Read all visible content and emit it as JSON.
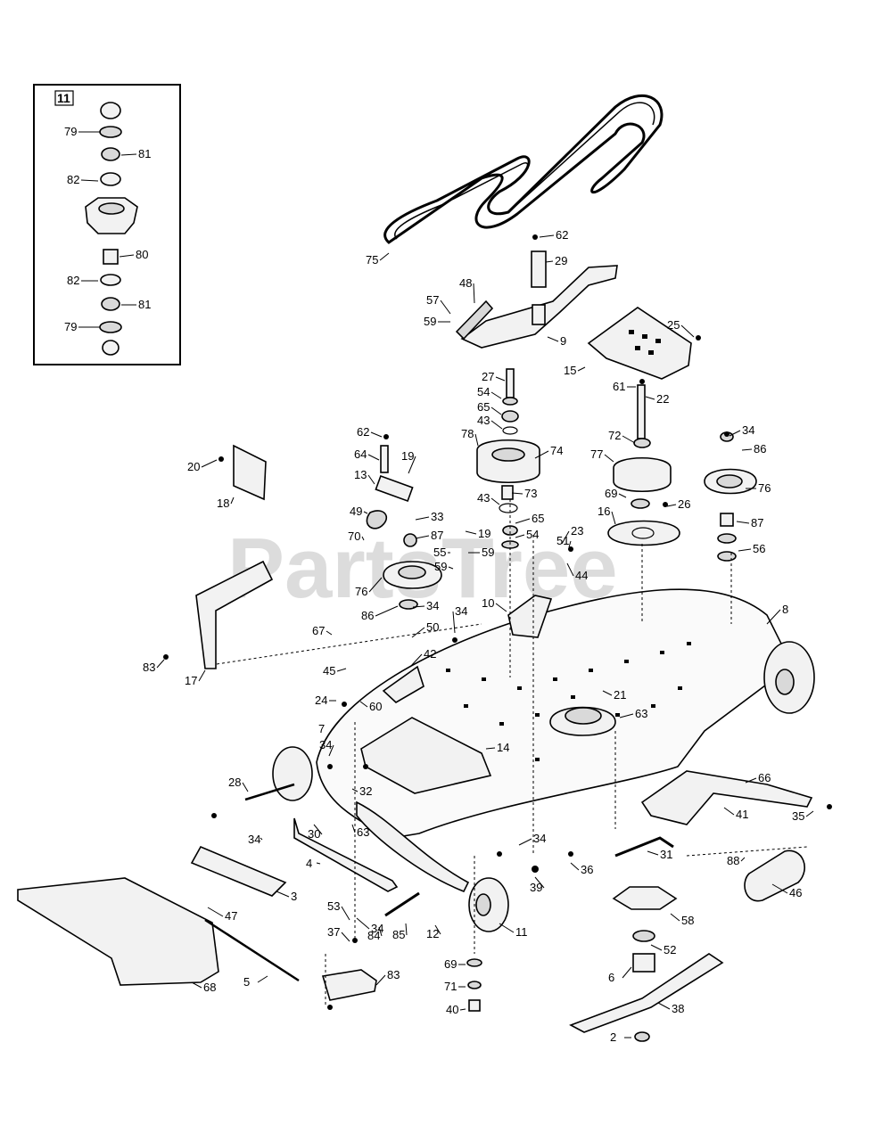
{
  "watermark": "PartsTree",
  "inset": {
    "tag": "11"
  },
  "labels": [
    "79",
    "81",
    "82",
    "80",
    "82",
    "81",
    "79",
    "75",
    "62",
    "29",
    "57",
    "48",
    "59",
    "9",
    "15",
    "25",
    "27",
    "54",
    "65",
    "43",
    "78",
    "74",
    "61",
    "22",
    "72",
    "34",
    "86",
    "76",
    "62",
    "64",
    "19",
    "13",
    "20",
    "18",
    "49",
    "33",
    "70",
    "87",
    "43",
    "73",
    "19",
    "65",
    "55",
    "59",
    "54",
    "59",
    "77",
    "69",
    "26",
    "16",
    "23",
    "51",
    "87",
    "56",
    "44",
    "76",
    "86",
    "34",
    "10",
    "34",
    "67",
    "50",
    "42",
    "83",
    "17",
    "45",
    "24",
    "60",
    "7",
    "34",
    "14",
    "32",
    "28",
    "8",
    "21",
    "63",
    "66",
    "41",
    "35",
    "34",
    "30",
    "34",
    "63",
    "4",
    "3",
    "47",
    "34",
    "88",
    "36",
    "39",
    "31",
    "46",
    "53",
    "37",
    "84",
    "85",
    "12",
    "11",
    "58",
    "69",
    "52",
    "71",
    "6",
    "38",
    "40",
    "2",
    "68",
    "5",
    "83"
  ]
}
